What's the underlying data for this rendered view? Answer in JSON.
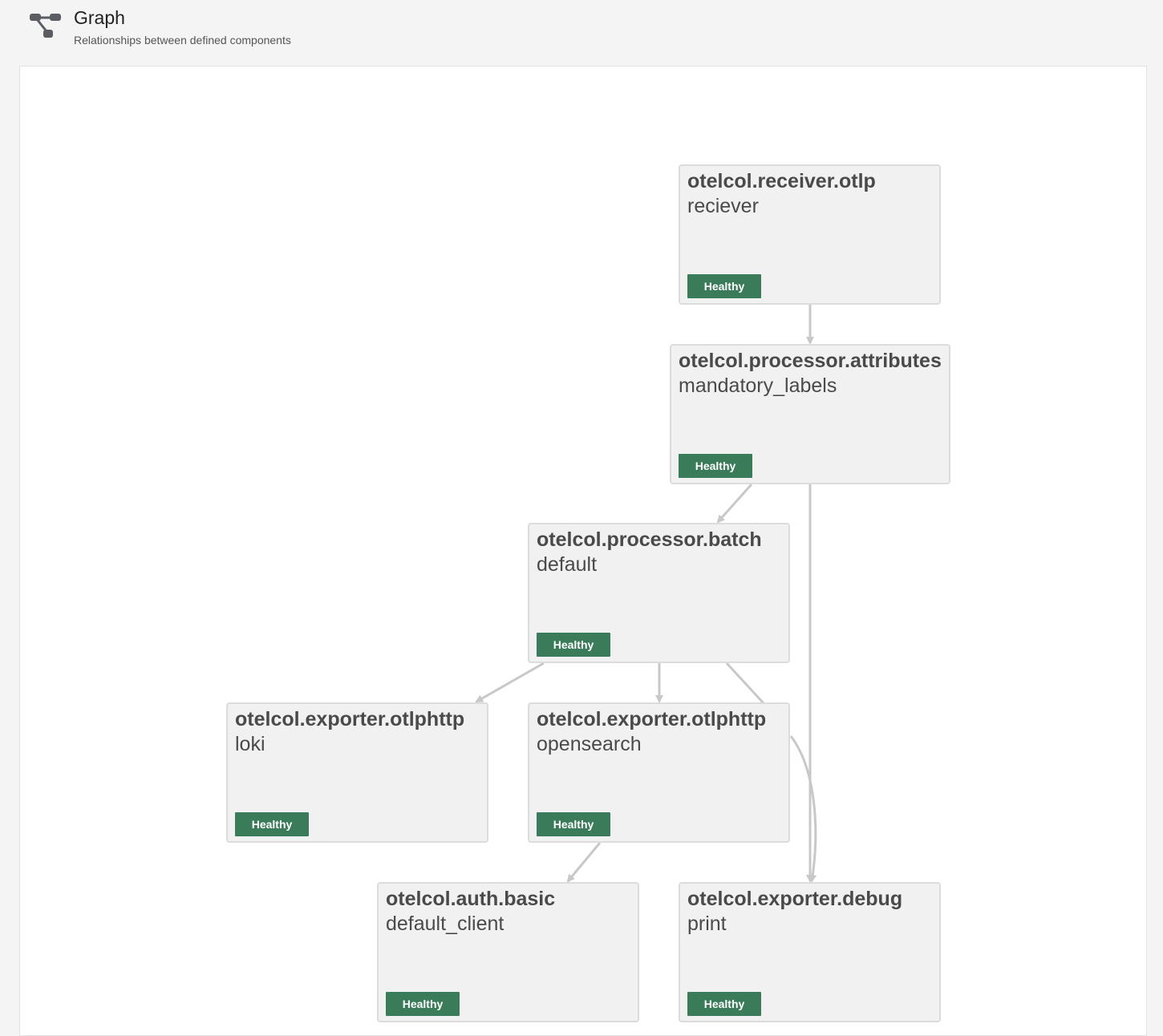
{
  "header": {
    "title": "Graph",
    "subtitle": "Relationships between defined components",
    "icon": "graph-icon"
  },
  "colors": {
    "background": "#f4f4f4",
    "node_fill": "#f1f1f1",
    "node_border": "#dcdcdc",
    "healthy": "#3a7c5a",
    "edge": "#c8c8c8"
  },
  "nodes": {
    "receiver": {
      "type": "otelcol.receiver.otlp",
      "label": "reciever",
      "status": "Healthy"
    },
    "attributes": {
      "type": "otelcol.processor.attributes",
      "label": "mandatory_labels",
      "status": "Healthy"
    },
    "batch": {
      "type": "otelcol.processor.batch",
      "label": "default",
      "status": "Healthy"
    },
    "loki": {
      "type": "otelcol.exporter.otlphttp",
      "label": "loki",
      "status": "Healthy"
    },
    "opensearch": {
      "type": "otelcol.exporter.otlphttp",
      "label": "opensearch",
      "status": "Healthy"
    },
    "auth": {
      "type": "otelcol.auth.basic",
      "label": "default_client",
      "status": "Healthy"
    },
    "debug": {
      "type": "otelcol.exporter.debug",
      "label": "print",
      "status": "Healthy"
    }
  },
  "edges": [
    {
      "from": "receiver",
      "to": "attributes"
    },
    {
      "from": "attributes",
      "to": "batch"
    },
    {
      "from": "attributes",
      "to": "debug"
    },
    {
      "from": "batch",
      "to": "loki"
    },
    {
      "from": "batch",
      "to": "opensearch"
    },
    {
      "from": "batch",
      "to": "debug"
    },
    {
      "from": "opensearch",
      "to": "auth"
    }
  ]
}
